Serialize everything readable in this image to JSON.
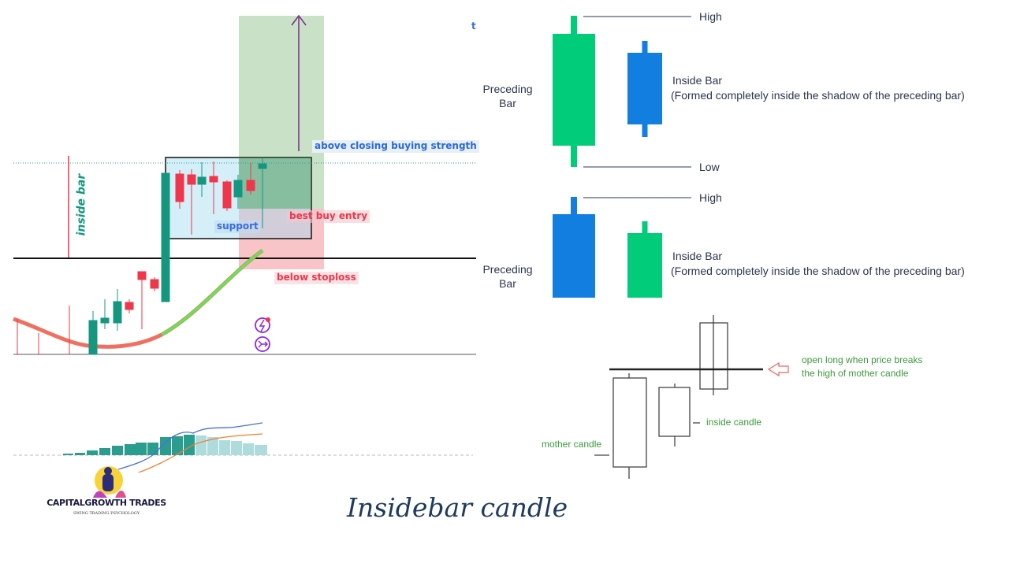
{
  "chart_annotations": {
    "inside_bar": "inside bar",
    "above_closing": "above closing buying strength",
    "best_buy_entry": "best buy entry",
    "support": "support",
    "below_stoploss": "below stoploss",
    "stray_char": "t"
  },
  "diagram_top": {
    "high": "High",
    "low": "Low",
    "preceding_bar": "Preceding\nBar",
    "inside_bar": "Inside Bar",
    "inside_desc": "(Formed completely inside the shadow of the preceding bar)"
  },
  "diagram_middle": {
    "high": "High",
    "preceding_bar": "Preceding\nBar",
    "inside_bar": "Inside Bar",
    "inside_desc": "(Formed completely inside the shadow of the preceding bar)"
  },
  "diagram_bottom": {
    "open_long_line1": "open long when price breaks",
    "open_long_line2": "the high of mother candle",
    "inside_candle": "inside candle",
    "mother_candle": "mother candle"
  },
  "logo": {
    "name": "CAPITALGROWTH TRADES",
    "tagline": "SWING TRADING PSYCHOLOGY"
  },
  "title": "Insidebar candle",
  "colors": {
    "bull": "#15977f",
    "bear": "#f0364a",
    "green_bar": "#00cc7a",
    "blue_bar": "#127ee0",
    "title": "#1e3a5f"
  }
}
